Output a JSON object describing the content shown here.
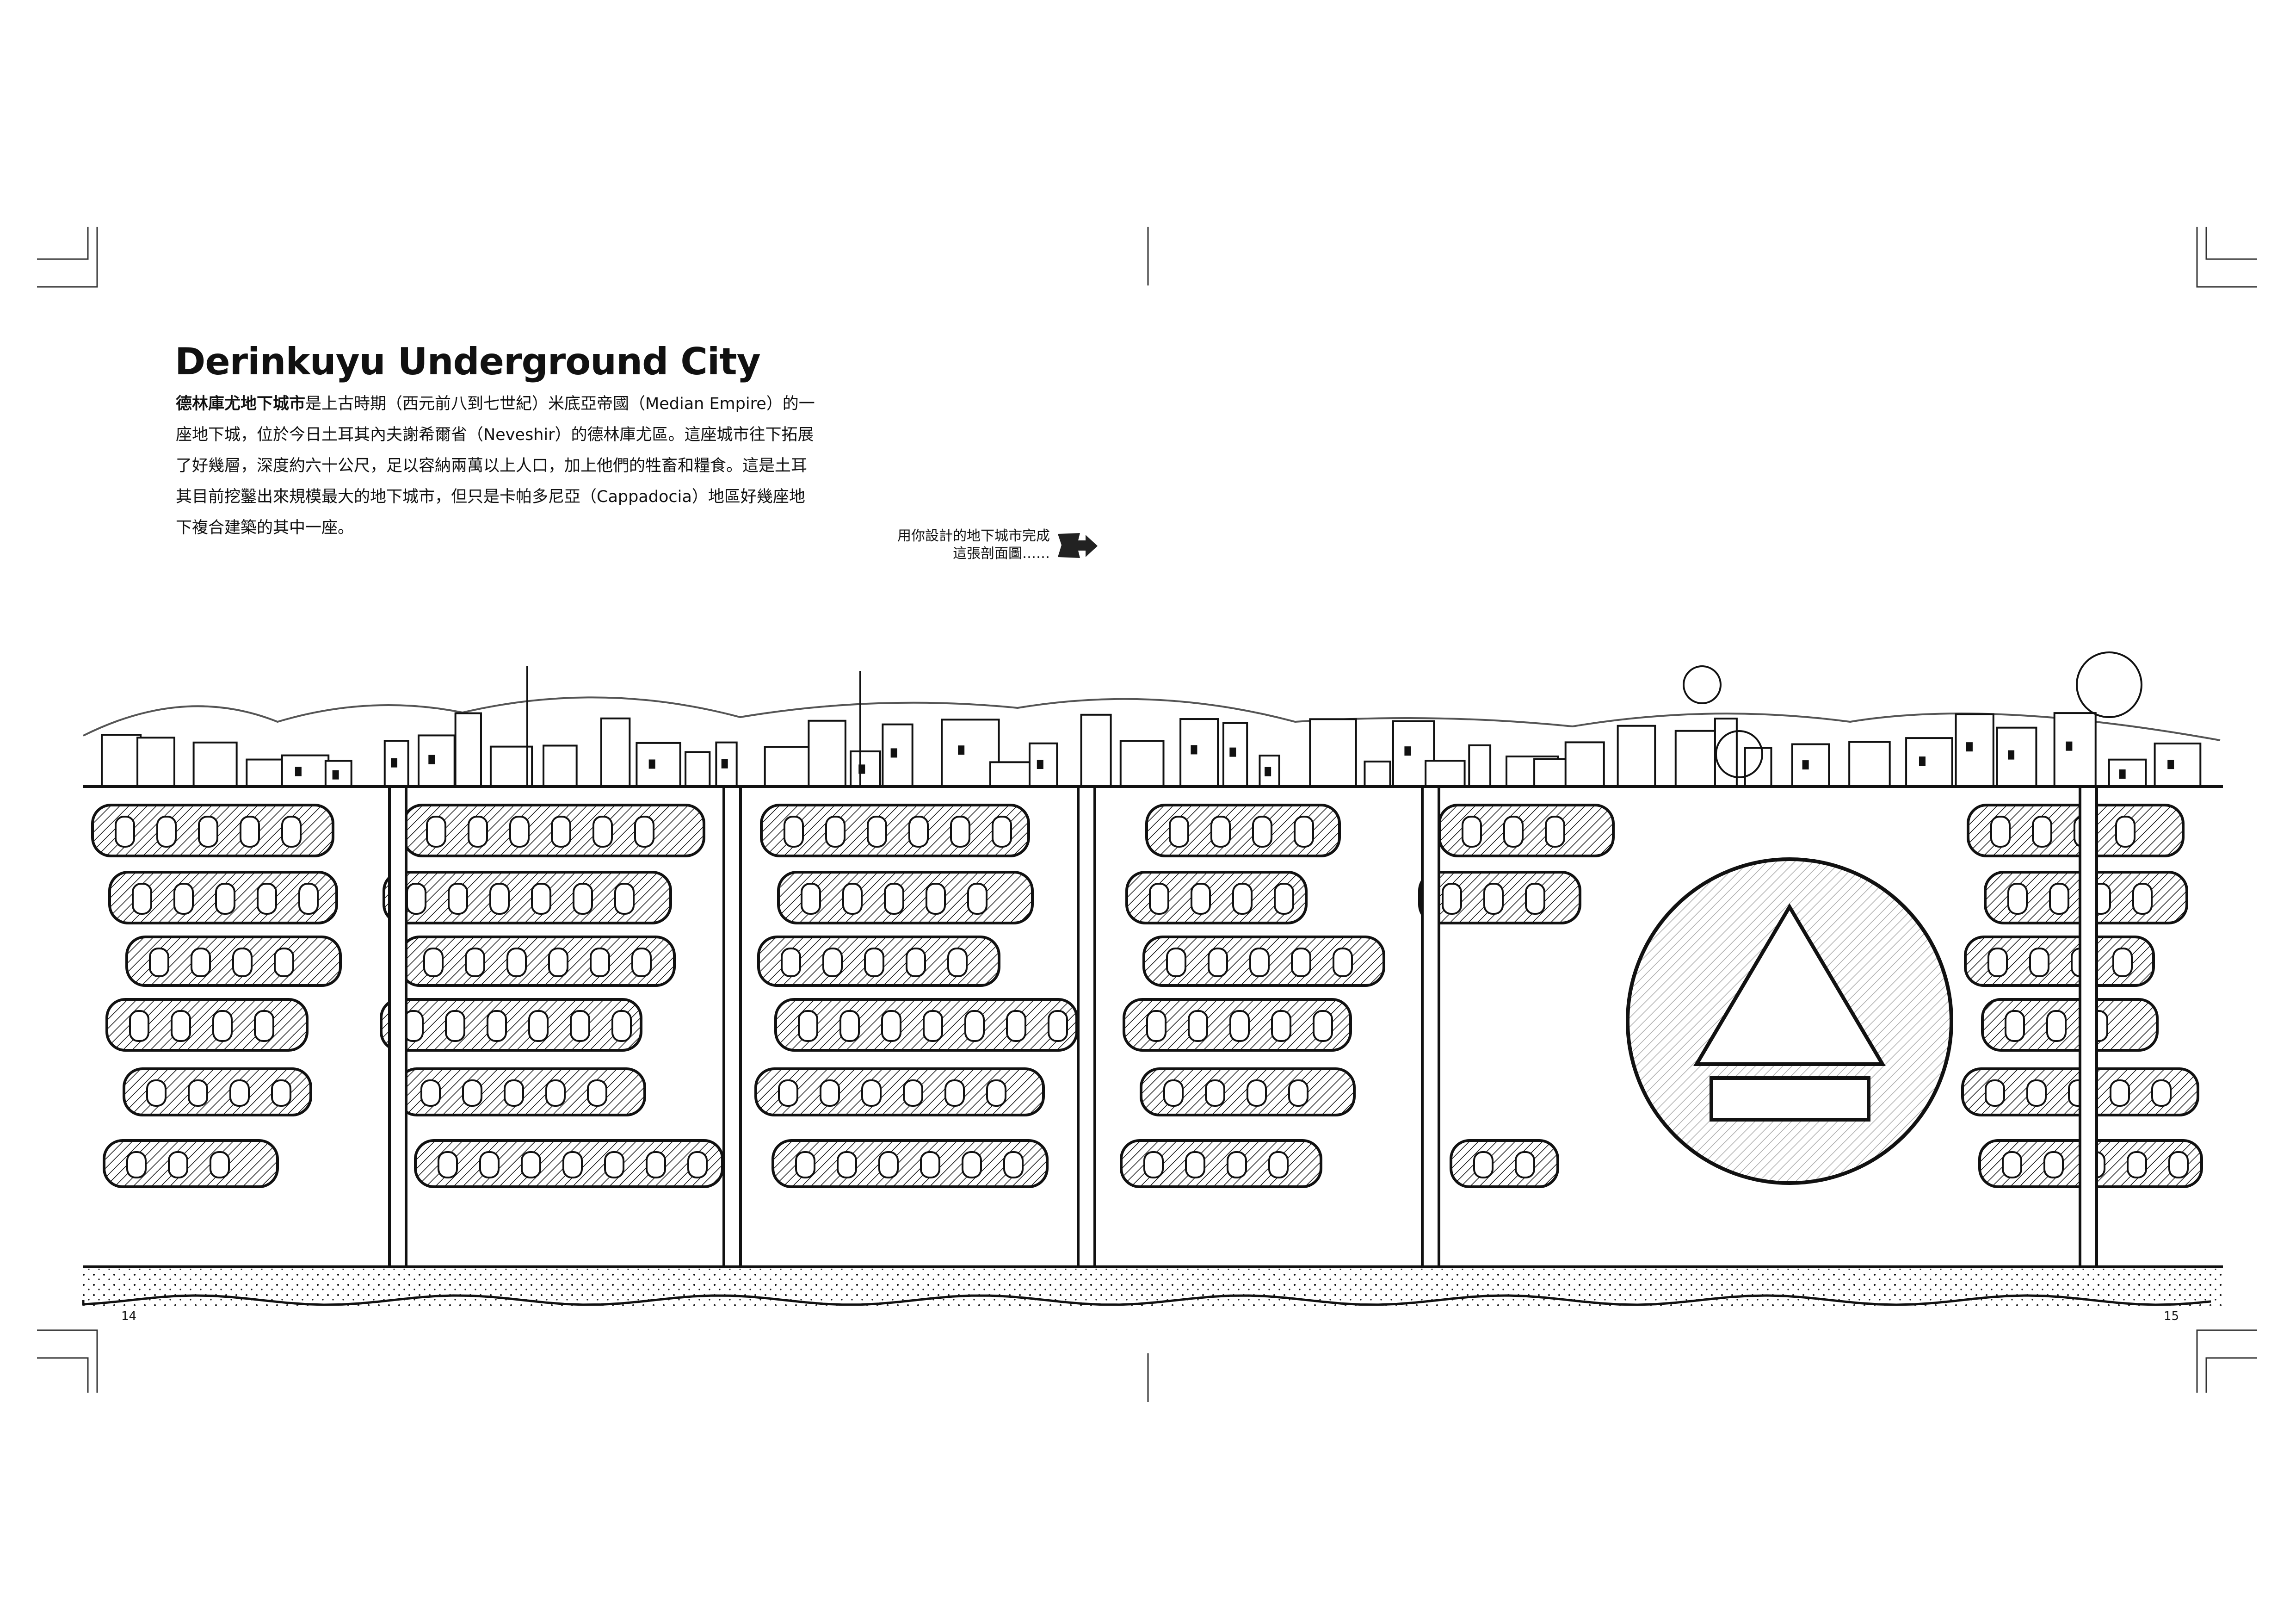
{
  "title": "Derinkuyu Underground City",
  "paragraph": {
    "lead_bold": "德林庫尤地下城市",
    "lines": [
      "是上古時期（西元前八到七世紀）米底亞帝國（Median Empire）的一",
      "座地下城，位於今日土耳其內夫謝希爾省（Neveshir）的德林庫尤區。這座城市往下拓展",
      "了好幾層，深度約六十公尺，足以容納兩萬以上人口，加上他們的牲畜和糧食。這是土耳",
      "其目前挖鑿出來規模最大的地下城市，但只是卡帕多尼亞（Cappadocia）地區好幾座地",
      "下複合建築的其中一座。"
    ]
  },
  "instruction": {
    "line1": "用你設計的地下城市完成",
    "line2": "這張剖面圖……",
    "icon": "arrow-right-icon"
  },
  "page_numbers": {
    "left": "14",
    "right": "15"
  },
  "colors": {
    "ink": "#111111",
    "paper": "#ffffff"
  }
}
